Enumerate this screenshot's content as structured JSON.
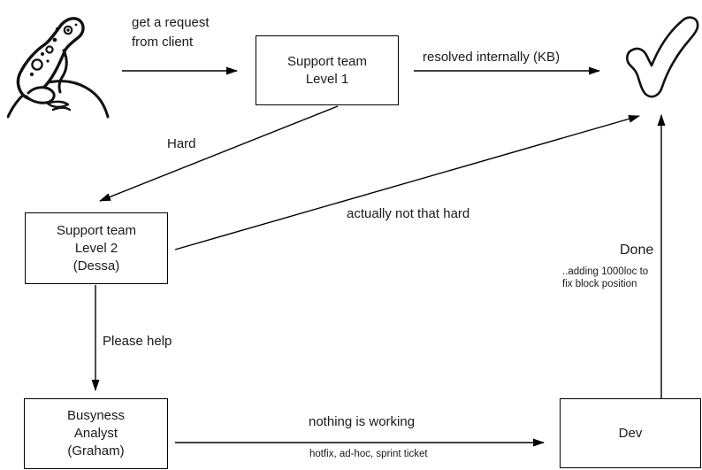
{
  "colors": {
    "stroke": "#000000",
    "text": "#1a1a1a",
    "background": "#ffffff"
  },
  "nodes": {
    "level1": {
      "label": "Support team\nLevel 1"
    },
    "level2": {
      "label": "Support team\nLevel 2\n(Dessa)"
    },
    "analyst": {
      "label": "Busyness\nAnalyst\n(Graham)"
    },
    "dev": {
      "label": "Dev"
    }
  },
  "edges": {
    "request": {
      "label": "get a request\nfrom client"
    },
    "resolved": {
      "label": "resolved internally (KB)"
    },
    "hard": {
      "label": "Hard"
    },
    "not_that_hard": {
      "label": "actually not that hard"
    },
    "please_help": {
      "label": "Please help"
    },
    "nothing_working": {
      "label": "nothing is working",
      "sublabel": "hotfix, ad-hoc, sprint ticket"
    },
    "done": {
      "label": "Done",
      "sublabel": "..adding 1000loc to\nfix block position"
    }
  },
  "icons": {
    "frog": "frog-on-rock-icon",
    "check": "checkmark-icon"
  }
}
